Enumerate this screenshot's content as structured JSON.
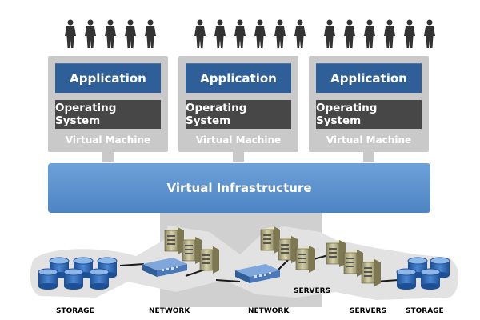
{
  "virtual_machines": [
    {
      "application": "Application",
      "os": "Operating System",
      "label": "Virtual Machine"
    },
    {
      "application": "Application",
      "os": "Operating System",
      "label": "Virtual Machine"
    },
    {
      "application": "Application",
      "os": "Operating System",
      "label": "Virtual Machine"
    }
  ],
  "infrastructure": {
    "label": "Virtual Infrastructure"
  },
  "hardware_labels": {
    "storage_left": "STORAGE",
    "network_left": "NETWORK",
    "network_center": "NETWORK",
    "servers_center": "SERVERS",
    "servers_right": "SERVERS",
    "storage_right": "STORAGE"
  },
  "colors": {
    "application": "#2f5f98",
    "operating_system": "#474747",
    "vm_panel": "#c9c9c9",
    "infrastructure": "#5a8fcf",
    "hardware_backdrop": "#d0d0d0"
  },
  "icons": {
    "user": "person-icon",
    "server": "server-icon",
    "switch": "network-switch-icon",
    "disk": "storage-disk-icon"
  }
}
